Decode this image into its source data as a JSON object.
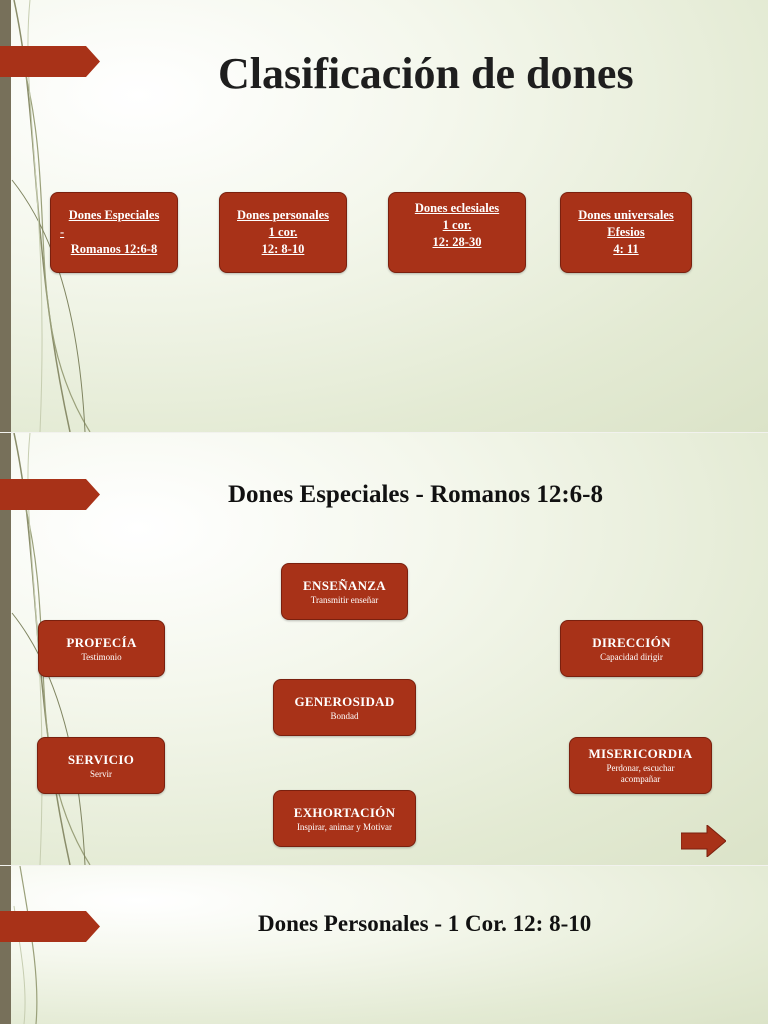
{
  "slide1": {
    "title": "Clasificación de dones",
    "boxes": [
      {
        "l1": "Dones Especiales ",
        "l2": "-",
        "l3": "Romanos 12:6-8"
      },
      {
        "l1": "Dones personales",
        "l2": "1 cor.",
        "l3": "12: 8-10"
      },
      {
        "l1": "Dones eclesiales",
        "l2": "1 cor. ",
        "l3": "12: 28-30"
      },
      {
        "l1": "Dones universales",
        "l2": "Efesios",
        "l3": " 4: 11"
      }
    ]
  },
  "slide2": {
    "title": "Dones Especiales - Romanos 12:6-8",
    "gifts": {
      "ensenanza": {
        "name": "ENSEÑANZA",
        "desc": "Transmitir enseñar"
      },
      "profecia": {
        "name": "PROFECÍA",
        "desc": "Testimonio"
      },
      "direccion": {
        "name": "DIRECCIÓN",
        "desc": "Capacidad dirigir"
      },
      "generosidad": {
        "name": "GENEROSIDAD",
        "desc": "Bondad"
      },
      "servicio": {
        "name": "SERVICIO",
        "desc": "Servir"
      },
      "misericordia": {
        "name": "MISERICORDIA",
        "desc": "Perdonar, escuchar acompañar"
      },
      "exhortacion": {
        "name": "EXHORTACIÓN",
        "desc": "Inspirar, animar y Motivar"
      }
    },
    "next_icon": "right-arrow-icon"
  },
  "slide3": {
    "title": "Dones Personales - 1 Cor. 12: 8-10"
  },
  "colors": {
    "accent": "#a83218",
    "sidebar": "#77705a",
    "background": "#e3ead3"
  }
}
